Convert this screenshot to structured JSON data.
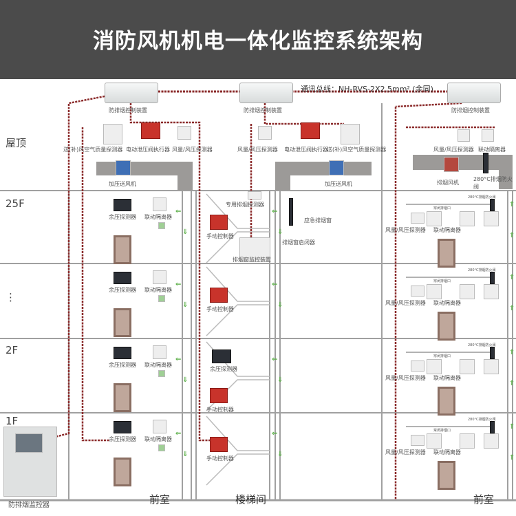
{
  "header": {
    "title": "消防风机机电一体化监控系统架构"
  },
  "bus_label": "通讯总线：NH-RVS-2X2.5mm² (余同)",
  "floors": [
    "屋顶",
    "25F",
    "⋮",
    "2F",
    "1F"
  ],
  "roof": {
    "controller": "防排烟控制装置",
    "left": {
      "sensor_air": "送(补)风空气质量探测器",
      "actuator": "电动泄压阀执行器",
      "flow": "风量/风压探测器",
      "fan": "加压送风机"
    },
    "mid": {
      "flow": "风量/风压探测器",
      "actuator": "电动泄压阀执行器",
      "sensor_air": "送(补)风空气质量探测器",
      "fan": "加压送风机"
    },
    "right": {
      "flow": "风量/风压探测器",
      "isolator": "联动隔离器",
      "fan": "排烟风机",
      "damper": "280°C排烟防火阀"
    }
  },
  "floor_devices": {
    "pressure": "余压探测器",
    "isolator": "联动隔离器",
    "manual": "手动控制器",
    "smoke_detector": "专用排烟探测器",
    "window_monitor": "排烟窗监控装置",
    "window": "应急排烟窗",
    "window_actuator": "排烟窗启闭器",
    "r_flow": "风量/风压探测器",
    "r_isolator": "联动隔离器",
    "r_damper": "280°C排烟防火阀",
    "r_vent": "常闭排烟口"
  },
  "panel": {
    "label": "防排烟监控器"
  },
  "rooms": {
    "front_left": "前室",
    "stair": "楼梯间",
    "front_right": "前室"
  },
  "colors": {
    "header": "#4b4b4b",
    "bus": "#8b2b2b",
    "wall": "#a0a0a0",
    "arrow": "#5db04a"
  }
}
